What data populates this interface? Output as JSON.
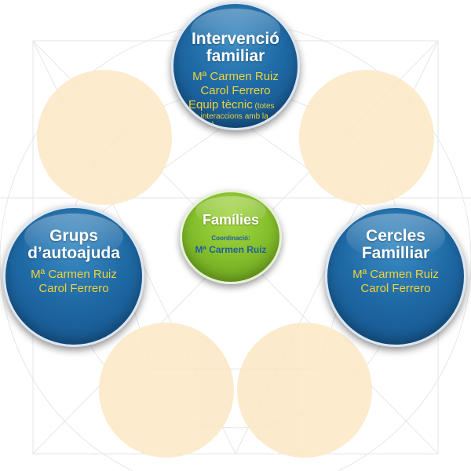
{
  "colors": {
    "blue": "#1f6aa5",
    "green": "#84be2c",
    "yellow_text": "#f0d23a",
    "center_text": "#1f5e9a",
    "peach": "#fbe8c4",
    "guide_lines": "#e6e6e6"
  },
  "bubbles": {
    "top": {
      "title_line1": "Intervenció",
      "title_line2": "familiar",
      "line1": "Mª Carmen Ruiz",
      "line2": "Carol Ferrero",
      "line3": "Equip tècnic",
      "note": "(totes les interaccions amb la família)"
    },
    "left": {
      "title_line1": "Grups",
      "title_line2": "d’autoajuda",
      "line1": "Mª Carmen Ruiz",
      "line2": "Carol Ferrero"
    },
    "right": {
      "title_line1": "Cercles",
      "title_line2": "Familliar",
      "line1": "Mª Carmen Ruiz",
      "line2": "Carol Ferrero"
    },
    "center": {
      "title": "Famílies",
      "coord_label": "Coordinació:",
      "coord_name": "Mª Carmen Ruiz"
    }
  }
}
